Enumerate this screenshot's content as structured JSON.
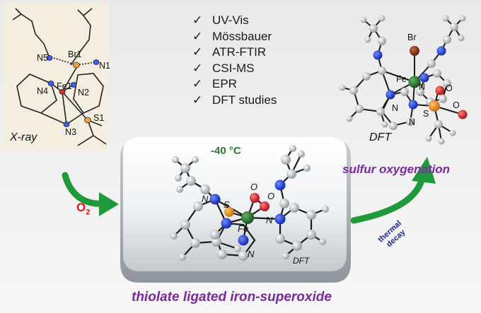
{
  "techniques": [
    "UV-Vis",
    "Mössbauer",
    "ATR-FTIR",
    "CSI-MS",
    "EPR",
    "DFT studies"
  ],
  "xray_panel": {
    "caption": "X-ray",
    "atom_labels": {
      "br1": "Br1",
      "n5": "N5",
      "n1": "N1",
      "n4": "N4",
      "fe1": "Fe1",
      "n2": "N2",
      "s1": "S1",
      "n3": "N3"
    }
  },
  "center_panel": {
    "temperature": "-40 °C",
    "caption": "DFT",
    "atom_labels": {
      "n_left": "N",
      "s": "S",
      "fe": "Fe",
      "n_right": "N",
      "n_bottom": "N",
      "o1": "O",
      "o2": "O"
    }
  },
  "dft_panel": {
    "caption": "DFT",
    "atom_labels": {
      "br": "Br",
      "fe": "Fe",
      "n1": "N",
      "n2": "N",
      "n3": "N",
      "s": "S",
      "o1": "O",
      "o2": "O"
    }
  },
  "reagent": {
    "symbol": "O",
    "subscript": "2"
  },
  "thermal_label": {
    "line1": "thermal",
    "line2": "decay"
  },
  "titles": {
    "product": "sulfur oxygenation",
    "intermediate": "thiolate ligated iron-superoxide"
  },
  "colors": {
    "arrow_green": "#1f9a3b",
    "purple": "#7a2a9c",
    "reagent_red": "#e3121b",
    "fe_green": "#2e7d32",
    "o_red": "#d61f1f",
    "s_orange": "#e8901c",
    "n_blue": "#1f44d6",
    "br_brown": "#8a3316"
  }
}
